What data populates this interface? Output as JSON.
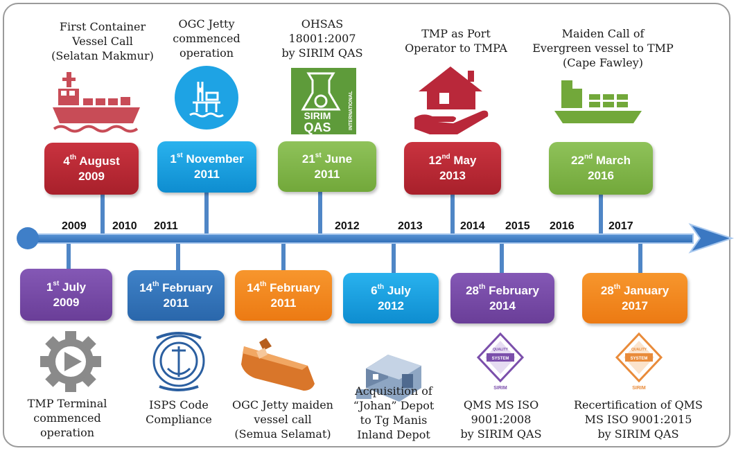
{
  "top_events": [
    {
      "caption_lines": [
        "First Container",
        "Vessel Call",
        "(Selatan Makmur)"
      ],
      "day": "4",
      "suffix": "th",
      "month": "August",
      "year": "2009",
      "color": "#b9283a",
      "icon": "container-ship-icon"
    },
    {
      "caption_lines": [
        "OGC Jetty",
        "commenced",
        "operation"
      ],
      "day": "1",
      "suffix": "st",
      "month": "November",
      "year": "2011",
      "color": "#1ea3e4",
      "icon": "oil-rig-icon"
    },
    {
      "caption_lines": [
        "OHSAS",
        "18001:2007",
        "by SIRIM QAS"
      ],
      "day": "21",
      "suffix": "st",
      "month": "June",
      "year": "2011",
      "color": "#80b54b",
      "icon": "sirim-qas-logo-icon",
      "logo_text": [
        "SIRIM",
        "QAS",
        "INTERNATIONAL"
      ]
    },
    {
      "caption_lines": [
        "TMP as Port",
        "Operator to TMPA"
      ],
      "day": "12",
      "suffix": "nd",
      "month": "May",
      "year": "2013",
      "color": "#b9283a",
      "icon": "house-in-hand-icon"
    },
    {
      "caption_lines": [
        "Maiden Call of",
        "Evergreen vessel to TMP",
        "(Cape Fawley)"
      ],
      "day": "22",
      "suffix": "nd",
      "month": "March",
      "year": "2016",
      "color": "#80b54b",
      "icon": "cargo-ship-icon"
    }
  ],
  "bottom_events": [
    {
      "caption_lines": [
        "TMP Terminal",
        "commenced",
        "operation"
      ],
      "day": "1",
      "suffix": "st",
      "month": "July",
      "year": "2009",
      "color": "#7b4fab",
      "icon": "gear-play-icon"
    },
    {
      "caption_lines": [
        "ISPS Code",
        "Compliance"
      ],
      "day": "14",
      "suffix": "th",
      "month": "February",
      "year": "2011",
      "color": "#3577bd",
      "icon": "imo-emblem-icon"
    },
    {
      "caption_lines": [
        "OGC Jetty maiden",
        "vessel call",
        "(Semua Selamat)"
      ],
      "day": "14",
      "suffix": "th",
      "month": "February",
      "year": "2011",
      "color": "#f28a20",
      "icon": "tanker-ship-icon"
    },
    {
      "caption_lines": [
        "Acquisition of",
        "“Johan” Depot",
        "to Tg Manis",
        "Inland Depot"
      ],
      "day": "6",
      "suffix": "th",
      "month": "July",
      "year": "2012",
      "color": "#1ea3e4",
      "icon": "warehouse-icon"
    },
    {
      "caption_lines": [
        "QMS MS ISO",
        "9001:2008",
        "by SIRIM QAS"
      ],
      "day": "28",
      "suffix": "th",
      "month": "February",
      "year": "2014",
      "color": "#7b4fab",
      "icon": "quality-system-logo-icon",
      "logo_text": [
        "QUALITY",
        "SYSTEM",
        "SIRIM"
      ]
    },
    {
      "caption_lines": [
        "Recertification of QMS",
        "MS ISO 9001:2015",
        "by SIRIM QAS"
      ],
      "day": "28",
      "suffix": "th",
      "month": "January",
      "year": "2017",
      "color": "#f28a20",
      "icon": "quality-system-logo-icon",
      "logo_text": [
        "QUALITY",
        "SYSTEM",
        "SIRIM"
      ]
    }
  ],
  "axis_years": [
    "2009",
    "2010",
    "2011",
    "2012",
    "2013",
    "2014",
    "2015",
    "2016",
    "2017"
  ],
  "axis_color": "#3d7ec9"
}
